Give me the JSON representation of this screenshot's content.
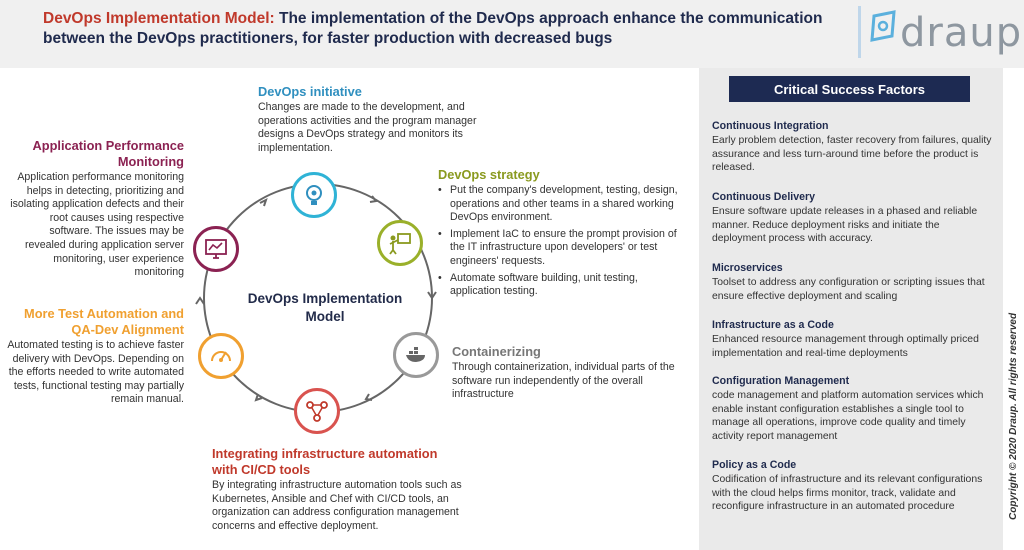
{
  "header": {
    "title_lead": "DevOps Implementation Model:",
    "title_rest": "The implementation of the DevOps approach enhance the communication between the DevOps practitioners, for faster production with decreased bugs"
  },
  "brand": {
    "logo_text": "draup"
  },
  "colors": {
    "initiative": "#2f8fbf",
    "strategy": "#8a9a1f",
    "containerizing": "#777777",
    "integration": "#c0392b",
    "test_automation": "#f0a030",
    "apm": "#8b2252",
    "navy": "#1d2a52"
  },
  "diagram": {
    "center_title": "DevOps Implementation Model",
    "nodes": [
      {
        "id": "initiative",
        "icon": "gear-bulb-icon"
      },
      {
        "id": "strategy",
        "icon": "presenter-board-icon"
      },
      {
        "id": "containerizing",
        "icon": "docker-whale-icon"
      },
      {
        "id": "integration",
        "icon": "network-nodes-icon"
      },
      {
        "id": "test_automation",
        "icon": "speedometer-icon"
      },
      {
        "id": "apm",
        "icon": "monitor-chart-icon"
      }
    ]
  },
  "blocks": {
    "initiative": {
      "heading": "DevOps initiative",
      "body": "Changes are made to the development, and operations activities and the program manager designs a DevOps strategy and monitors its implementation."
    },
    "strategy": {
      "heading": "DevOps strategy",
      "bullets": [
        "Put the company's development, testing, design, operations and other teams in a shared working DevOps environment.",
        "Implement IaC to ensure the prompt provision of the IT infrastructure upon developers' or test engineers' requests.",
        "Automate software building, unit testing, application testing."
      ]
    },
    "containerizing": {
      "heading": "Containerizing",
      "body": "Through containerization, individual parts of the software run independently of the overall infrastructure"
    },
    "integration": {
      "heading": "Integrating infrastructure automation with CI/CD tools",
      "body": "By integrating infrastructure automation tools such as Kubernetes, Ansible and Chef with CI/CD tools, an organization can address configuration management concerns and effective deployment."
    },
    "test_automation": {
      "heading": "More Test Automation and QA-Dev Alignment",
      "body": "Automated testing is to achieve faster delivery with DevOps. Depending on the efforts needed to write automated tests, functional testing may partially remain manual."
    },
    "apm": {
      "heading": "Application Performance Monitoring",
      "body": "Application performance monitoring helps in detecting, prioritizing and isolating application defects and their root causes using respective software. The issues may be revealed during application server monitoring, user experience monitoring"
    }
  },
  "csf": {
    "title": "Critical Success Factors",
    "factors": [
      {
        "name": "Continuous Integration",
        "text": "Early problem detection, faster recovery from failures, quality assurance and less turn-around time before the product is released."
      },
      {
        "name": "Continuous Delivery",
        "text": "Ensure software update releases in a phased and reliable manner. Reduce deployment risks and initiate the deployment process with accuracy."
      },
      {
        "name": "Microservices",
        "text": "Toolset to address any configuration or scripting issues that ensure effective deployment and scaling"
      },
      {
        "name": "Infrastructure as a Code",
        "text": "Enhanced resource management through optimally priced implementation and real-time deployments"
      },
      {
        "name": "Configuration Management",
        "text": "code management and platform automation services which enable instant configuration establishes a single tool to manage all operations, improve code quality and timely activity report management"
      },
      {
        "name": "Policy as a Code",
        "text": "Codification of infrastructure and its relevant configurations with the cloud helps firms monitor, track, validate and reconfigure infrastructure in an automated procedure"
      }
    ]
  },
  "footer": {
    "copyright": "Copyright © 2020 Draup. All rights reserved"
  }
}
